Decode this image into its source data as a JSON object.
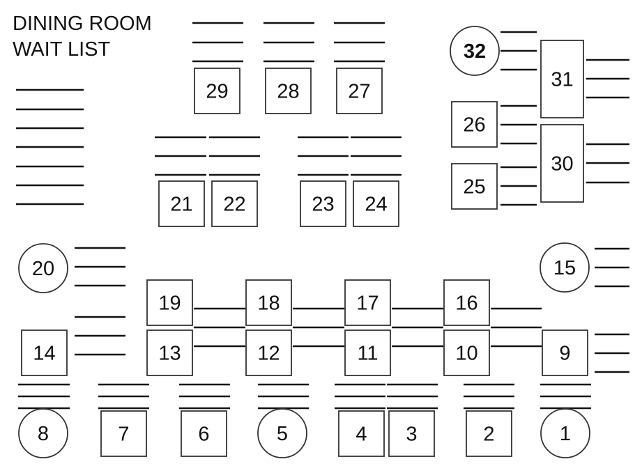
{
  "title": {
    "line1": "DINING ROOM",
    "line2": "WAIT LIST"
  },
  "tables": [
    {
      "id": "t1",
      "label": "1",
      "shape": "round"
    },
    {
      "id": "t2",
      "label": "2",
      "shape": "square"
    },
    {
      "id": "t3",
      "label": "3",
      "shape": "square"
    },
    {
      "id": "t4",
      "label": "4",
      "shape": "square"
    },
    {
      "id": "t5",
      "label": "5",
      "shape": "round"
    },
    {
      "id": "t6",
      "label": "6",
      "shape": "square"
    },
    {
      "id": "t7",
      "label": "7",
      "shape": "square"
    },
    {
      "id": "t8",
      "label": "8",
      "shape": "round"
    },
    {
      "id": "t9",
      "label": "9",
      "shape": "square"
    },
    {
      "id": "t10",
      "label": "10",
      "shape": "square"
    },
    {
      "id": "t11",
      "label": "11",
      "shape": "square"
    },
    {
      "id": "t12",
      "label": "12",
      "shape": "square"
    },
    {
      "id": "t13",
      "label": "13",
      "shape": "square"
    },
    {
      "id": "t14",
      "label": "14",
      "shape": "square"
    },
    {
      "id": "t15",
      "label": "15",
      "shape": "round"
    },
    {
      "id": "t16",
      "label": "16",
      "shape": "square"
    },
    {
      "id": "t17",
      "label": "17",
      "shape": "square"
    },
    {
      "id": "t18",
      "label": "18",
      "shape": "square"
    },
    {
      "id": "t19",
      "label": "19",
      "shape": "square"
    },
    {
      "id": "t20",
      "label": "20",
      "shape": "round"
    },
    {
      "id": "t21",
      "label": "21",
      "shape": "square"
    },
    {
      "id": "t22",
      "label": "22",
      "shape": "square"
    },
    {
      "id": "t23",
      "label": "23",
      "shape": "square"
    },
    {
      "id": "t24",
      "label": "24",
      "shape": "square"
    },
    {
      "id": "t25",
      "label": "25",
      "shape": "square"
    },
    {
      "id": "t26",
      "label": "26",
      "shape": "square"
    },
    {
      "id": "t27",
      "label": "27",
      "shape": "square"
    },
    {
      "id": "t28",
      "label": "28",
      "shape": "square"
    },
    {
      "id": "t29",
      "label": "29",
      "shape": "square"
    },
    {
      "id": "t30",
      "label": "30",
      "shape": "rect"
    },
    {
      "id": "t31",
      "label": "31",
      "shape": "rect"
    },
    {
      "id": "t32",
      "label": "32",
      "shape": "round",
      "bold": true
    }
  ]
}
